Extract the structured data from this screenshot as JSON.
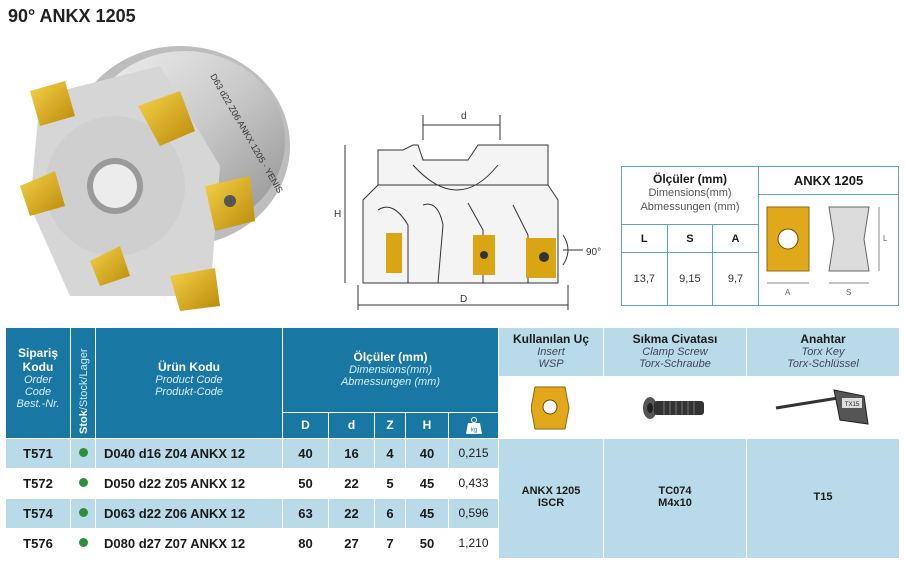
{
  "title": "90° ANKX 1205",
  "product_image_text": "D63 d22 Z06 ANKX 1205 · YENIS",
  "drawing": {
    "label_d": "d",
    "label_h": "H",
    "label_D": "D",
    "label_angle": "90°"
  },
  "dims": {
    "header_lines": [
      "Ölçüler (mm)",
      "Dimensions(mm)",
      "Abmessungen (mm)"
    ],
    "insert_title": "ANKX 1205",
    "columns": [
      {
        "label": "L",
        "value": "13,7"
      },
      {
        "label": "S",
        "value": "9,15"
      },
      {
        "label": "A",
        "value": "9,7"
      }
    ],
    "insert_labels": {
      "L": "L",
      "A": "A",
      "S": "S"
    }
  },
  "table": {
    "headers": {
      "order_code": [
        "Sipariş",
        "Kodu"
      ],
      "order_code_sub": [
        "Order",
        "Code",
        "Best.-Nr."
      ],
      "stock_bold": "Stok",
      "stock_rest": "/Stock/Lager",
      "product_code": "Ürün Kodu",
      "product_code_sub": [
        "Product Code",
        "Produkt-Code"
      ],
      "dims_main": "Ölçüler (mm)",
      "dims_sub": [
        "Dimensions(mm)",
        "Abmessungen (mm)"
      ],
      "dim_cols": [
        "D",
        "d",
        "Z",
        "H"
      ],
      "insert": "Kullanılan Uç",
      "insert_sub": [
        "Insert",
        "WSP"
      ],
      "screw": "Sıkma Civatası",
      "screw_sub": [
        "Clamp Screw",
        "Torx-Schraube"
      ],
      "key": "Anahtar",
      "key_sub": [
        "Torx Key",
        "Torx-Schlüssel"
      ],
      "weight_icon": "kg",
      "torx_badge": "TX15"
    },
    "rows": [
      {
        "order": "T571",
        "product": "D040 d16 Z04 ANKX 12",
        "D": "40",
        "d": "16",
        "Z": "4",
        "H": "40",
        "kg": "0,215"
      },
      {
        "order": "T572",
        "product": "D050 d22 Z05 ANKX 12",
        "D": "50",
        "d": "22",
        "Z": "5",
        "H": "45",
        "kg": "0,433"
      },
      {
        "order": "T574",
        "product": "D063 d22 Z06 ANKX 12",
        "D": "63",
        "d": "22",
        "Z": "6",
        "H": "45",
        "kg": "0,596"
      },
      {
        "order": "T576",
        "product": "D080 d27 Z07 ANKX 12",
        "D": "80",
        "d": "27",
        "Z": "7",
        "H": "50",
        "kg": "1,210"
      }
    ],
    "accessories": {
      "insert": [
        "ANKX 1205",
        "ISCR"
      ],
      "screw": [
        "TC074",
        "M4x10"
      ],
      "key": "T15"
    }
  }
}
